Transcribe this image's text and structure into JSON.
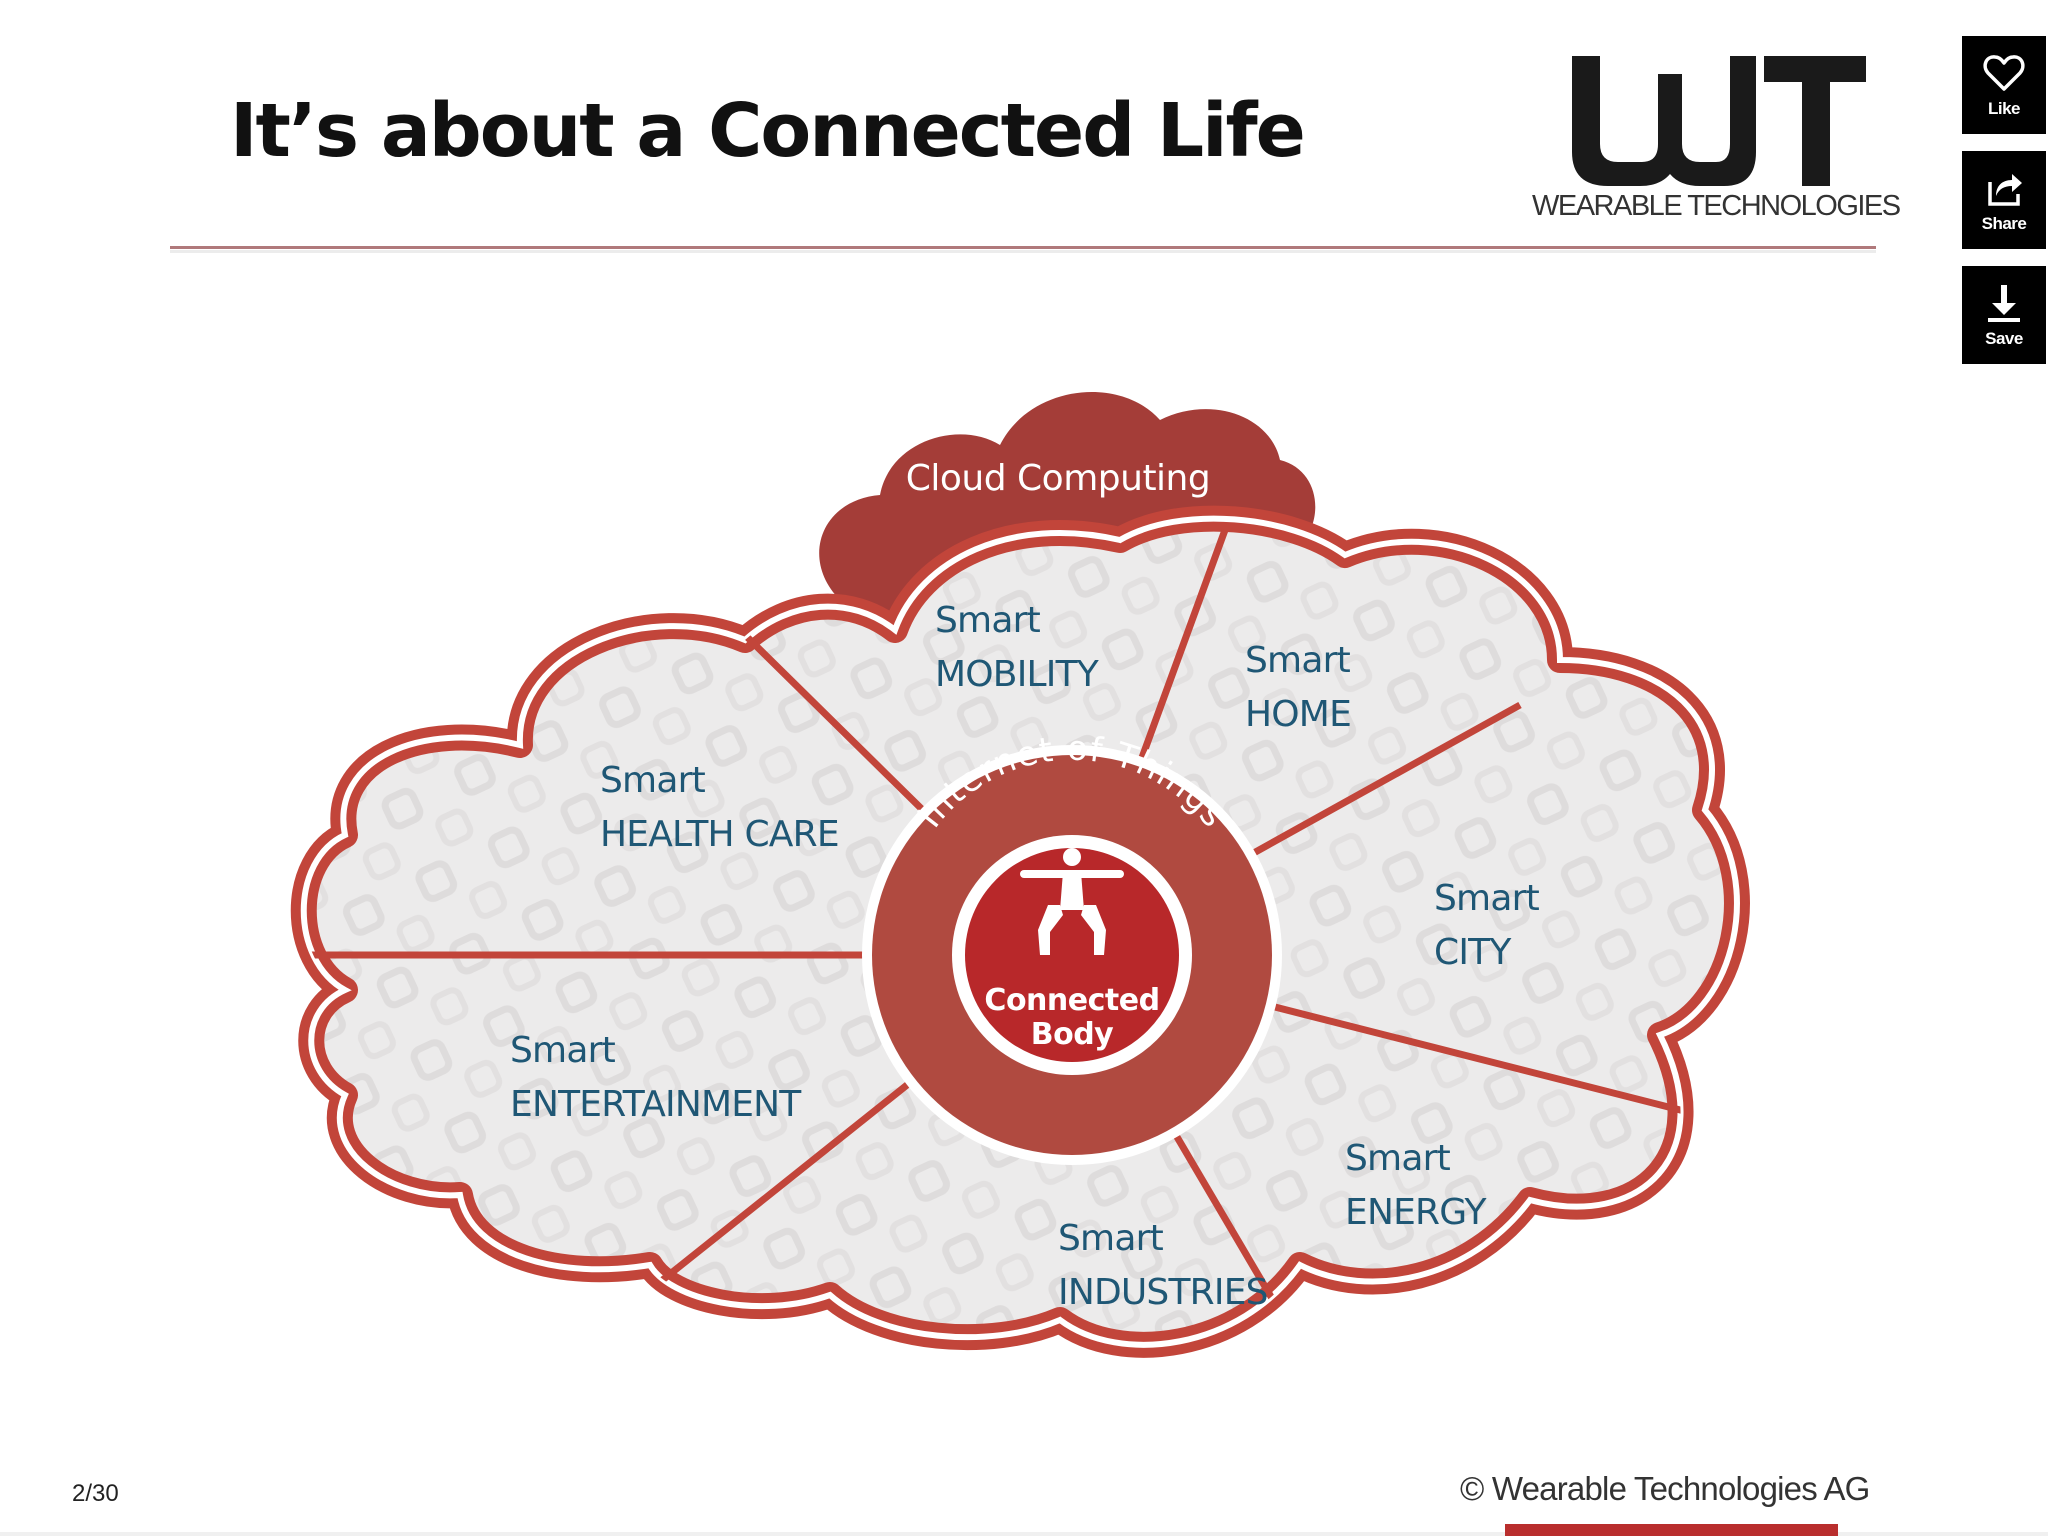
{
  "slide": {
    "title": "It’s about a Connected Life",
    "logo_text": "WEARABLE TECHNOLOGIES",
    "page_indicator": "2/30",
    "copyright": "© Wearable Technologies AG"
  },
  "actions": [
    {
      "label": "Like",
      "icon": "heart-icon"
    },
    {
      "label": "Share",
      "icon": "share-icon"
    },
    {
      "label": "Save",
      "icon": "download-icon"
    }
  ],
  "diagram": {
    "cloud_top": "Cloud Computing",
    "ring_label": "Internet of Things",
    "center": [
      "Connected",
      "Body"
    ],
    "segments": [
      {
        "line1": "Smart",
        "line2": "MOBILITY"
      },
      {
        "line1": "Smart",
        "line2": "HOME"
      },
      {
        "line1": "Smart",
        "line2": "HEALTH CARE"
      },
      {
        "line1": "Smart",
        "line2": "CITY"
      },
      {
        "line1": "Smart",
        "line2": "ENTERTAINMENT"
      },
      {
        "line1": "Smart",
        "line2": "ENERGY"
      },
      {
        "line1": "Smart",
        "line2": "INDUSTRIES"
      }
    ]
  },
  "colors": {
    "cloud_red": "#a43d38",
    "ring_red": "#b04a40",
    "core_red": "#b8282a",
    "text_blue": "#1f5775",
    "segment_fill": "#ecebeb"
  }
}
